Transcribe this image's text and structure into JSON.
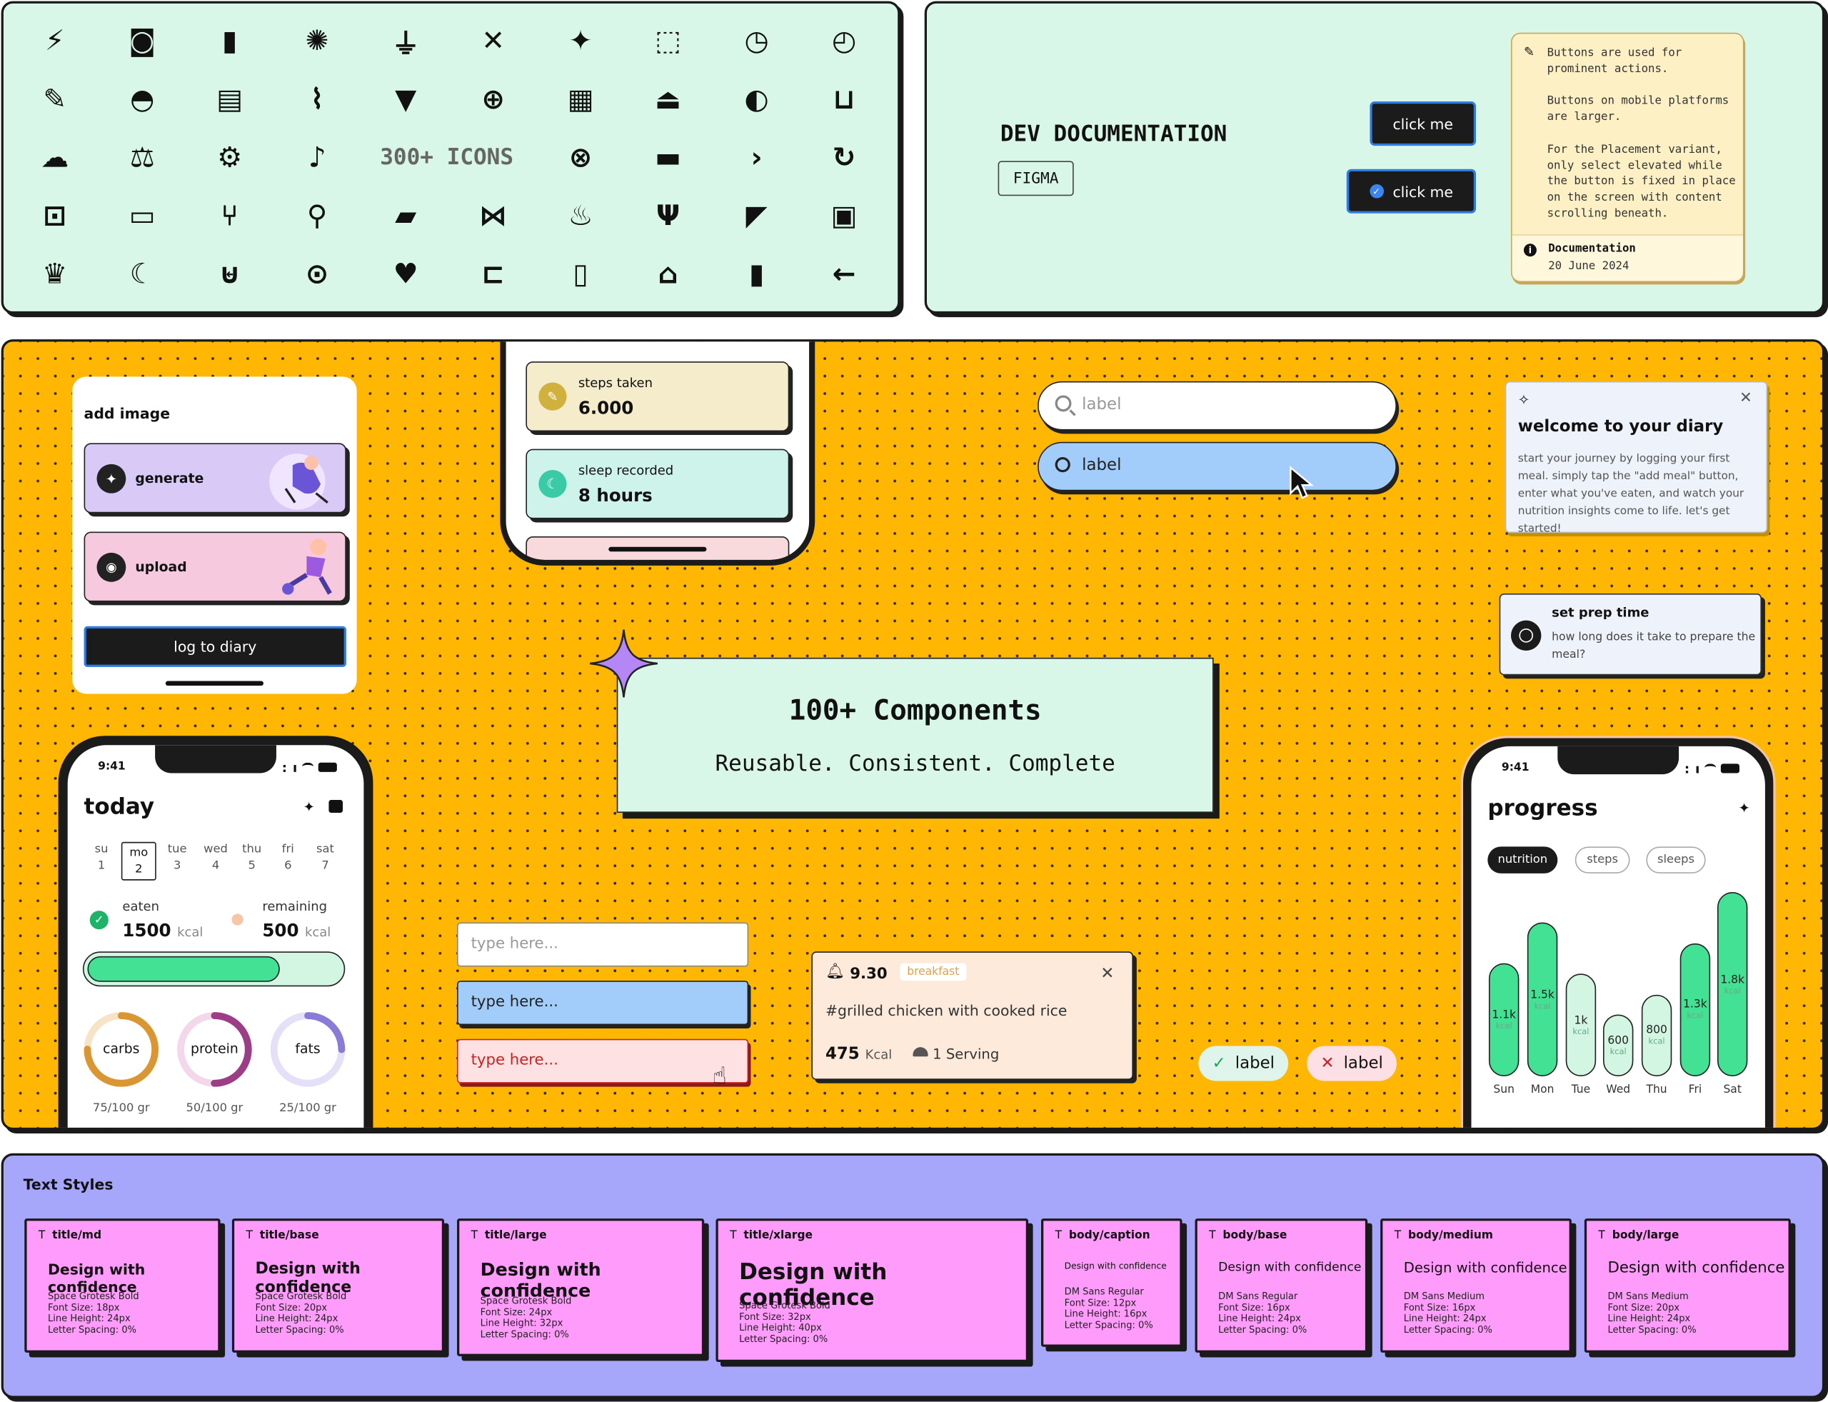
{
  "icons_panel": {
    "center_label": "300+ ICONS",
    "icons": [
      "bolt-icon",
      "camera-icon",
      "bookmark-icon",
      "celebration-icon",
      "power-plug-icon",
      "close-icon",
      "magic-wand-icon",
      "chart-icon",
      "clock-icon",
      "timer-icon",
      "pencil-icon",
      "salad-bowl-icon",
      "notepad-icon",
      "paperclip-icon",
      "triangle-down-icon",
      "add-circle-icon",
      "calendar-check-icon",
      "alarm-bell-icon",
      "coffee-bean-icon",
      "basket-icon",
      "chef-hat-icon",
      "scale-icon",
      "gear-icon",
      "bell-icon",
      "globe-x-icon",
      "trash-icon",
      "chevron-right-icon",
      "history-icon",
      "unlock-icon",
      "scroll-icon",
      "git-branch-icon",
      "running-icon",
      "ruler-icon",
      "dumbbell-icon",
      "flame-icon",
      "utensils-icon",
      "sneaker-icon",
      "calendar-icon",
      "crown-icon",
      "moon-icon",
      "cooking-pot-icon",
      "search-zoom-icon",
      "heart-pulse-icon",
      "cart-icon",
      "fridge-icon",
      "home-icon",
      "book-icon",
      "arrow-left-icon"
    ]
  },
  "docs_panel": {
    "title": "DEV DOCUMENTATION",
    "badge": "FIGMA",
    "button1": "click me",
    "button2": "click me",
    "note_p1": "Buttons are used for prominent actions.",
    "note_p2": "Buttons on mobile platforms are larger.",
    "note_p3": "For the Placement variant, only select elevated while the button is fixed in place on the screen with content scrolling beneath.",
    "footer_title": "Documentation",
    "footer_date": "20 June 2024"
  },
  "add_image": {
    "title": "add image",
    "generate": "generate",
    "upload": "upload",
    "cta": "log to diary"
  },
  "stats_phone": {
    "steps_label": "steps taken",
    "steps_value": "6.000",
    "sleep_label": "sleep recorded",
    "sleep_value": "8 hours"
  },
  "search": {
    "placeholder1": "label",
    "placeholder2": "label"
  },
  "welcome_card": {
    "title": "welcome to your diary",
    "body": "start your journey by logging your first meal. simply tap the \"add meal\" button, enter what you've eaten, and watch your nutrition insights come to life. let's get started!"
  },
  "prep_card": {
    "title": "set prep time",
    "body": "how long does it take to prepare the meal?"
  },
  "hero": {
    "title": "100+ Components",
    "subtitle": "Reusable. Consistent. Complete"
  },
  "today_phone": {
    "time": "9:41",
    "title": "today",
    "days": [
      {
        "d": "su",
        "n": "1"
      },
      {
        "d": "mo",
        "n": "2"
      },
      {
        "d": "tue",
        "n": "3"
      },
      {
        "d": "wed",
        "n": "4"
      },
      {
        "d": "thu",
        "n": "5"
      },
      {
        "d": "fri",
        "n": "6"
      },
      {
        "d": "sat",
        "n": "7"
      }
    ],
    "eaten_label": "eaten",
    "eaten_value": "1500",
    "eaten_unit": "kcal",
    "remaining_label": "remaining",
    "remaining_value": "500",
    "remaining_unit": "kcal",
    "progress": 0.76,
    "rings": [
      {
        "label": "carbs",
        "value": "75/100 gr",
        "color": "#d99632",
        "track": "#f6e3c8",
        "fraction": 0.75
      },
      {
        "label": "protein",
        "value": "50/100 gr",
        "color": "#9c3e86",
        "track": "#f3d7ea",
        "fraction": 0.5
      },
      {
        "label": "fats",
        "value": "25/100 gr",
        "color": "#8b7bd8",
        "track": "#e5e0f7",
        "fraction": 0.25
      }
    ]
  },
  "inputs": {
    "placeholder1": "type here...",
    "placeholder2": "type here...",
    "placeholder3": "type here..."
  },
  "meal_card": {
    "time": "9.30",
    "tag": "breakfast",
    "name": "#grilled chicken with cooked rice",
    "kcal_value": "475",
    "kcal_unit": "Kcal",
    "serving": "1 Serving"
  },
  "chips": {
    "positive": "label",
    "negative": "label"
  },
  "progress_phone": {
    "time": "9:41",
    "title": "progress",
    "tabs": [
      "nutrition",
      "steps",
      "sleeps"
    ]
  },
  "chart_data": {
    "type": "bar",
    "categories": [
      "Sun",
      "Mon",
      "Tue",
      "Wed",
      "Thu",
      "Fri",
      "Sat"
    ],
    "values": [
      1100,
      1500,
      1000,
      600,
      800,
      1300,
      1800
    ],
    "value_labels": [
      "1.1k",
      "1.5k",
      "1k",
      "600",
      "800",
      "1.3k",
      "1.8k"
    ],
    "unit": "kcal",
    "colors": {
      "highlight": "#43e193",
      "muted": "#d3f6e3"
    },
    "highlight": [
      true,
      true,
      false,
      false,
      false,
      true,
      true
    ]
  },
  "text_styles": {
    "heading": "Text Styles",
    "sample": "Design with confidence",
    "cards": [
      {
        "name": "title/md",
        "font": "Space Grotesk Bold",
        "size": "Font Size: 18px",
        "lh": "Line Height: 24px",
        "ls": "Letter Spacing: 0%"
      },
      {
        "name": "title/base",
        "font": "Space Grotesk Bold",
        "size": "Font Size: 20px",
        "lh": "Line Height: 24px",
        "ls": "Letter Spacing: 0%"
      },
      {
        "name": "title/large",
        "font": "Space Grotesk Bold",
        "size": "Font Size: 24px",
        "lh": "Line Height: 32px",
        "ls": "Letter Spacing: 0%"
      },
      {
        "name": "title/xlarge",
        "font": "Space Grotesk Bold",
        "size": "Font Size: 32px",
        "lh": "Line Height: 40px",
        "ls": "Letter Spacing: 0%"
      },
      {
        "name": "body/caption",
        "font": "DM Sans Regular",
        "size": "Font Size: 12px",
        "lh": "Line Height: 16px",
        "ls": "Letter Spacing: 0%"
      },
      {
        "name": "body/base",
        "font": "DM Sans Regular",
        "size": "Font Size: 16px",
        "lh": "Line Height: 24px",
        "ls": "Letter Spacing: 0%"
      },
      {
        "name": "body/medium",
        "font": "DM Sans Medium",
        "size": "Font Size: 16px",
        "lh": "Line Height: 24px",
        "ls": "Letter Spacing: 0%"
      },
      {
        "name": "body/large",
        "font": "DM Sans Medium",
        "size": "Font Size: 20px",
        "lh": "Line Height: 24px",
        "ls": "Letter Spacing: 0%"
      }
    ]
  },
  "colors": {
    "mint": "#d9f7e8",
    "orange": "#ffb703",
    "lavender": "#a6a7fb",
    "pink": "#ff9bfa",
    "dark": "#1a1a1a",
    "blue": "#a2cdfb",
    "green": "#43e193"
  }
}
